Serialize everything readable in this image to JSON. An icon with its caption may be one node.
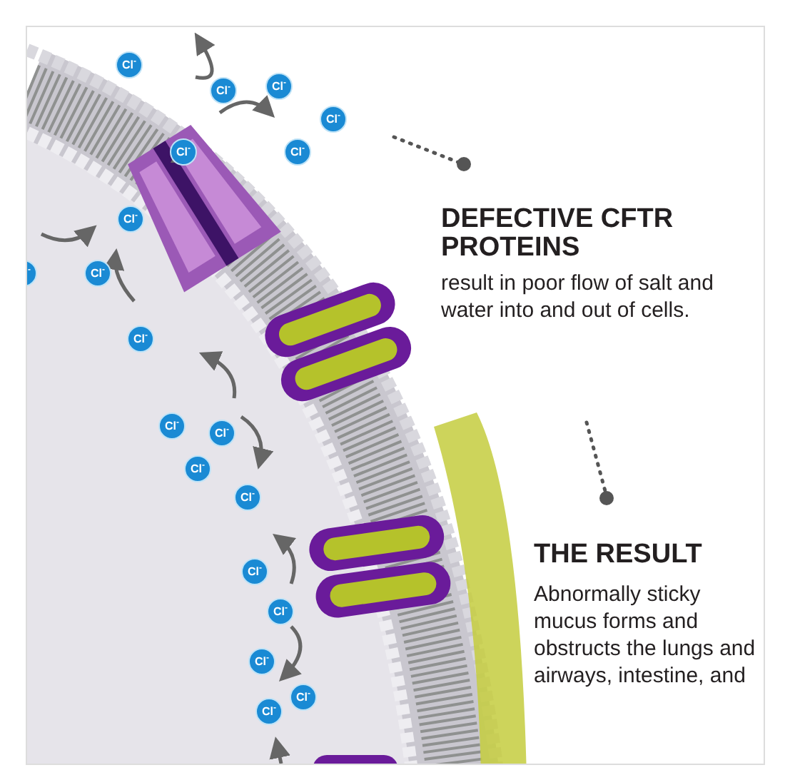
{
  "diagram": {
    "labels": [
      "Cl$^{-}$",
      "Cl$^{-}$",
      "Cl$^{-}$",
      "Cl$^{-}$",
      "Cl$^{-}$",
      "Cl$^{-}$",
      "Cl$^{-}$",
      "Cl$^{-}$",
      "Cl$^{-}$",
      "Cl$^{-}$",
      "Cl$^{-}$",
      "Cl$^{-}$",
      "Cl$^{-}$",
      "Cl$^{-}$",
      "Cl$^{-}$",
      "Cl$^{-}$",
      "Cl$^{-}$",
      "Cl$^{-}$",
      "Cl$^{-}$",
      "DEFECTIVE CFTR PROTEINS",
      "result in poor flow of salt and water into and out of cells.",
      "THE RESULT",
      "Abnormally sticky mucus forms and obstructs the lungs and airways, intestine, and"
    ]
  }
}
